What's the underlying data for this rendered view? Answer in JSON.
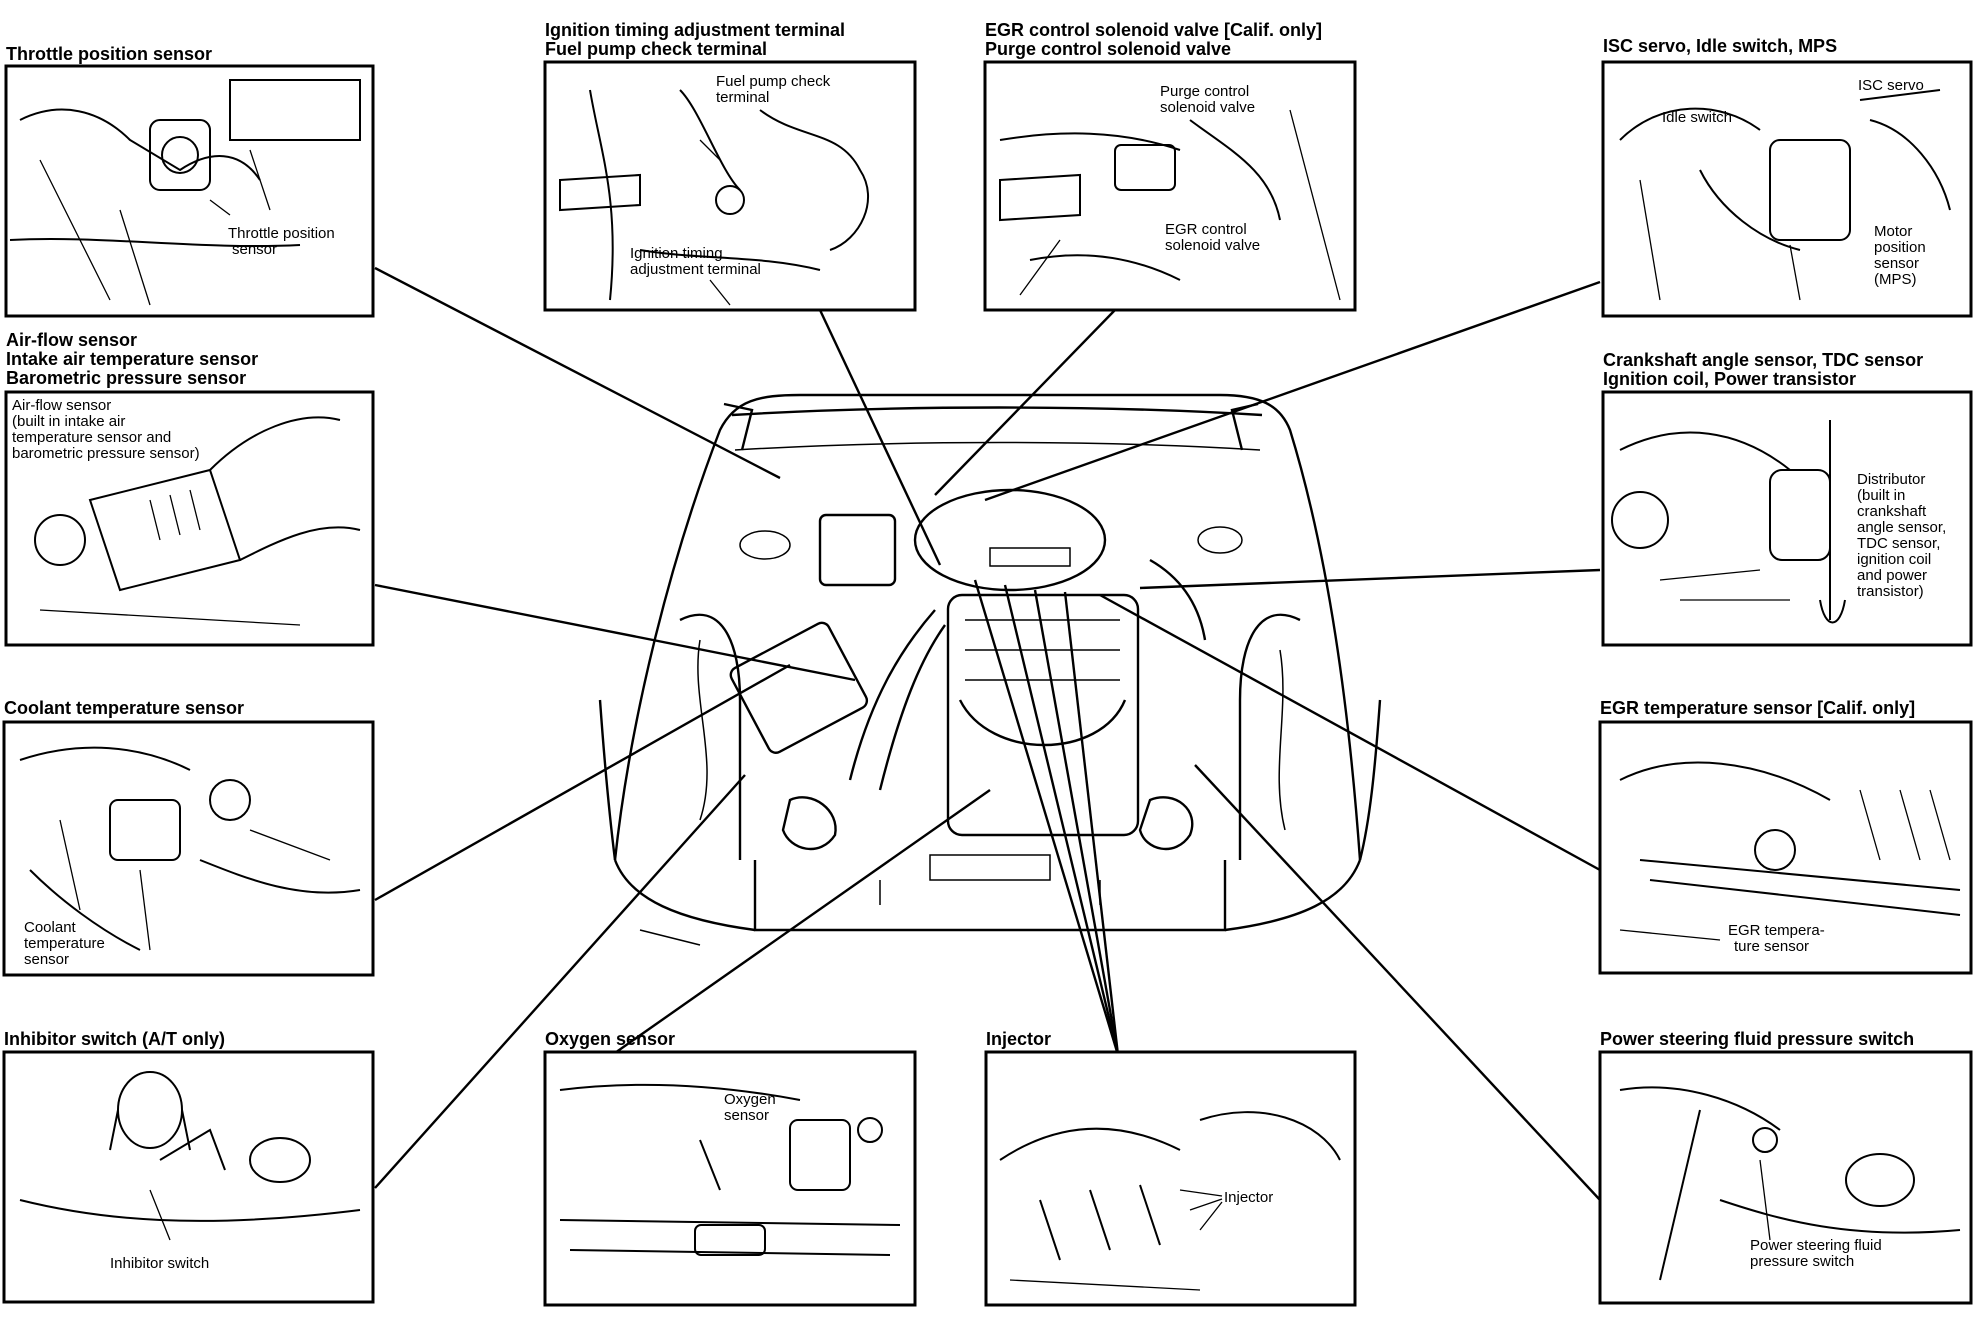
{
  "panels": {
    "throttle": {
      "title": [
        "Throttle position sensor"
      ],
      "callouts": [
        [
          "Throttle position",
          "sensor"
        ]
      ]
    },
    "ignition": {
      "title": [
        "Ignition timing adjustment terminal",
        "Fuel pump check terminal"
      ],
      "callouts": [
        [
          "Fuel pump check",
          "terminal"
        ],
        [
          "Ignition timing",
          "adjustment terminal"
        ]
      ]
    },
    "egr_valve": {
      "title": [
        "EGR control solenoid valve [Calif. only]",
        "Purge control solenoid valve"
      ],
      "callouts": [
        [
          "Purge control",
          "solenoid valve"
        ],
        [
          "EGR control",
          "solenoid valve"
        ]
      ]
    },
    "isc": {
      "title": [
        "ISC servo, Idle switch, MPS"
      ],
      "callouts": [
        [
          "ISC servo"
        ],
        [
          "Idle switch"
        ],
        [
          "Motor",
          "position",
          "sensor",
          "(MPS)"
        ]
      ]
    },
    "airflow": {
      "title": [
        "Air-flow sensor",
        "Intake air temperature sensor",
        "Barometric pressure sensor"
      ],
      "callouts": [
        [
          "Air-flow sensor",
          "(built in intake air",
          "temperature sensor and",
          "barometric pressure sensor)"
        ]
      ]
    },
    "crank": {
      "title": [
        "Crankshaft angle sensor, TDC sensor",
        "Ignition coil, Power transistor"
      ],
      "callouts": [
        [
          "Distributor",
          "(built in",
          "crankshaft",
          "angle sensor,",
          "TDC sensor,",
          "ignition coil",
          "and power",
          "transistor)"
        ]
      ]
    },
    "coolant": {
      "title": [
        "Coolant temperature sensor"
      ],
      "callouts": [
        [
          "Coolant",
          "temperature",
          "sensor"
        ]
      ]
    },
    "egr_temp": {
      "title": [
        "EGR temperature sensor [Calif. only]"
      ],
      "callouts": [
        [
          "EGR tempera-",
          "ture sensor"
        ]
      ]
    },
    "inhibitor": {
      "title": [
        "Inhibitor switch (A/T only)"
      ],
      "callouts": [
        [
          "Inhibitor switch"
        ]
      ]
    },
    "oxygen": {
      "title": [
        "Oxygen sensor"
      ],
      "callouts": [
        [
          "Oxygen",
          "sensor"
        ]
      ]
    },
    "injector": {
      "title": [
        "Injector"
      ],
      "callouts": [
        [
          "Injector"
        ]
      ]
    },
    "ps": {
      "title": [
        "Power steering fluid pressure switch"
      ],
      "callouts": [
        [
          "Power steering fluid",
          "pressure switch"
        ]
      ]
    }
  }
}
